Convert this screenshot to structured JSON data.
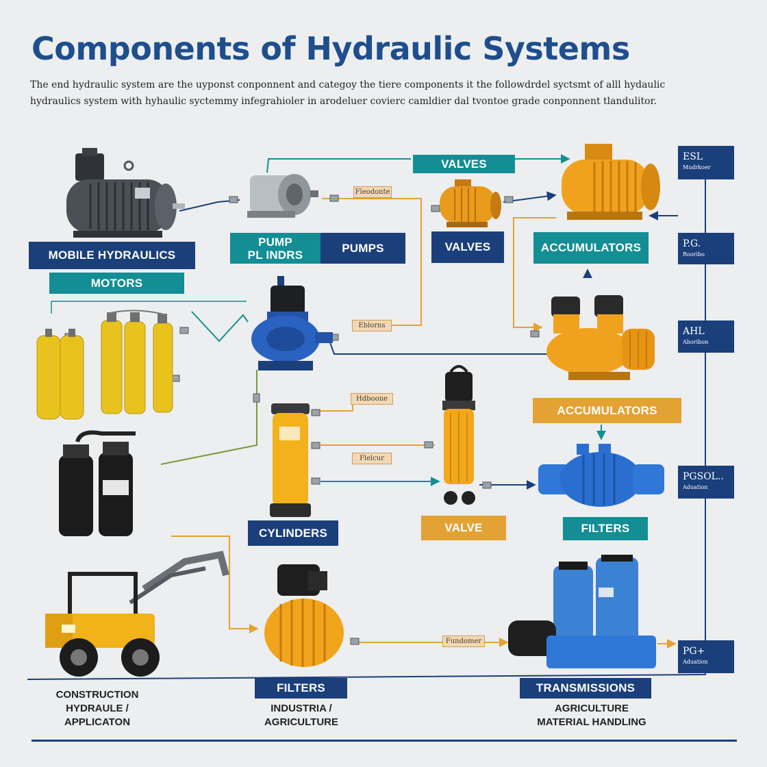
{
  "title": "Components of Hydraulic Systems",
  "intro": {
    "line1": "The end hydraulic system are the uyponst conponnent and categoy the tiere components it the followdrdel syctsmt of alll hydaulic",
    "line2": "hydraulics system with hyhaulic syctemmy infegrahioler in arodeluer covierc camldier dal tvontoe grade conponnent tlandulitor."
  },
  "labels": {
    "mobile_hydraulics": "MOBILE HYDRAULICS",
    "motors": "MOTORS",
    "pump_cylinders_1": "PUMP",
    "pump_cylinders_2": "PL INDRS",
    "pumps": "PUMPS",
    "valves_top": "VALVES",
    "valves_mid": "VALVES",
    "accumulators_teal": "ACCUMULATORS",
    "accumulators_gold": "ACCUMULATORS",
    "cylinders": "CYLINDERS",
    "valve": "VALVE",
    "filters_teal": "FILTERS",
    "filters_navy": "FILTERS",
    "transmissions": "TRANSMISSIONS"
  },
  "tags": {
    "t1": "Fleodonte",
    "t2": "Eblorns",
    "t3": "Hdboone",
    "t4": "Flelcur",
    "t5": "Fundomer"
  },
  "side_boxes": [
    {
      "code": "ESL",
      "small": "Mudrkoer"
    },
    {
      "code": "P.G.",
      "small": "Rooribo"
    },
    {
      "code": "AHL",
      "small": "Ahoribon"
    },
    {
      "code": "PGSOL..",
      "small": "Aduation"
    },
    {
      "code": "PG+",
      "small": "Aduation"
    }
  ],
  "sectors": {
    "construction": [
      "CONSTRUCTION",
      "HYDRAULE /",
      "APPLICATON"
    ],
    "industrial": [
      "INDUSTRIA /",
      "AGRICULTURE"
    ],
    "agriculture": [
      "AGRICULTURE",
      "MATERIAL HANDLING"
    ]
  },
  "colors": {
    "navy": "#1a3f7a",
    "teal": "#138e94",
    "gold": "#e3a234",
    "title_blue": "#1f4e8c",
    "wire_orange": "#e3a234",
    "wire_teal": "#138e94"
  }
}
